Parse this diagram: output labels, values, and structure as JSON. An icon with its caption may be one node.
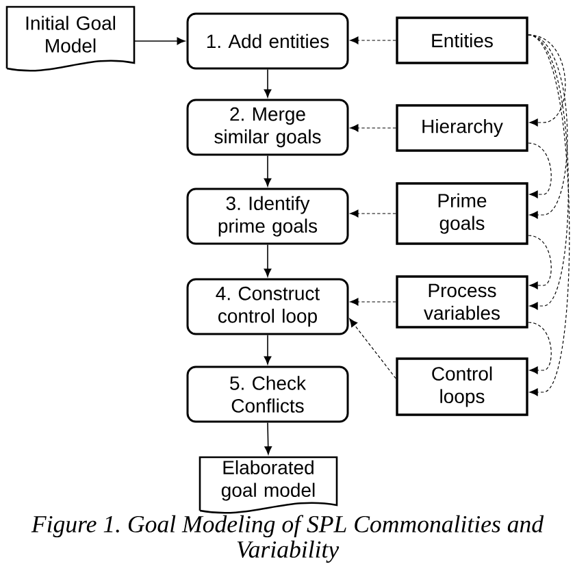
{
  "diagram": {
    "caption": "Figure 1. Goal Modeling of SPL Commonalities and Variability",
    "nodes": [
      {
        "text": [
          "Initial Goal Model"
        ]
      },
      {
        "text": [
          "1. Add entities"
        ]
      },
      {
        "text": [
          "2. Merge similar goals"
        ]
      },
      {
        "text": [
          "3. Identify prime goals"
        ]
      },
      {
        "text": [
          "4. Construct control loop"
        ]
      },
      {
        "text": [
          "5. Check Conflicts"
        ]
      },
      {
        "text": [
          "Elaborated goal model"
        ]
      },
      {
        "text": [
          "Entities"
        ]
      },
      {
        "text": [
          "Hierarchy"
        ]
      },
      {
        "text": [
          "Prime goals"
        ]
      },
      {
        "text": [
          "Process variables"
        ]
      },
      {
        "text": [
          "Control loops"
        ]
      }
    ],
    "edges": [
      {
        "from": 0,
        "to": 1,
        "arrow": "to"
      },
      {
        "from": 1,
        "to": 2,
        "arrow": "to"
      },
      {
        "from": 2,
        "to": 3,
        "arrow": "to"
      },
      {
        "from": 3,
        "to": 4,
        "arrow": "to"
      },
      {
        "from": 4,
        "to": 5,
        "arrow": "to"
      },
      {
        "from": 5,
        "to": 6,
        "arrow": "to"
      },
      {
        "from": 7,
        "to": 1,
        "arrow": "to",
        "style": "dashed"
      },
      {
        "from": 8,
        "to": 2,
        "arrow": "to",
        "style": "dashed"
      },
      {
        "from": 9,
        "to": 3,
        "arrow": "to",
        "style": "dashed"
      },
      {
        "from": 10,
        "to": 4,
        "arrow": "to",
        "style": "dashed"
      },
      {
        "from": 11,
        "to": 4,
        "arrow": "to",
        "style": "dashed"
      },
      {
        "from": 7,
        "to": 8,
        "arrow": "to",
        "style": "dashed"
      },
      {
        "from": 7,
        "to": 9,
        "arrow": "to",
        "style": "dashed"
      },
      {
        "from": 7,
        "to": 10,
        "arrow": "to",
        "style": "dashed"
      },
      {
        "from": 7,
        "to": 11,
        "arrow": "to",
        "style": "dashed"
      },
      {
        "from": 8,
        "to": 9,
        "arrow": "to",
        "style": "dashed"
      },
      {
        "from": 9,
        "to": 10,
        "arrow": "to",
        "style": "dashed"
      },
      {
        "from": 10,
        "to": 11,
        "arrow": "to",
        "style": "dashed"
      }
    ]
  }
}
